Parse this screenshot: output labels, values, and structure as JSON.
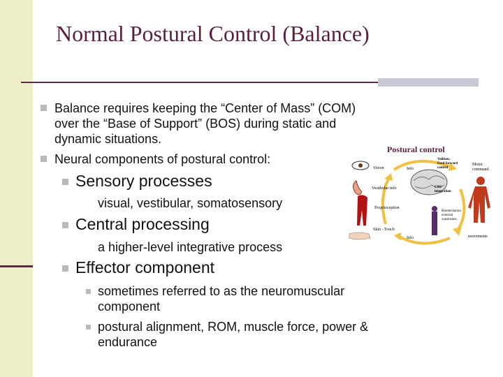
{
  "slide": {
    "title": "Normal Postural Control (Balance)",
    "bullets": [
      {
        "lines": [
          "Balance requires keeping the “Center of Mass” (COM)",
          "over the “Base of Support” (BOS) during static and",
          "dynamic situations."
        ]
      },
      {
        "lines": [
          "Neural components of postural control:"
        ]
      }
    ],
    "sub": [
      {
        "label": "Sensory processes",
        "detail": "visual, vestibular, somatosensory"
      },
      {
        "label": "Central processing",
        "detail": "a higher-level integrative process"
      },
      {
        "label": "Effector component"
      }
    ],
    "effector_items": [
      {
        "lines": [
          "sometimes referred to as the neuromuscular",
          "component"
        ]
      },
      {
        "lines": [
          "postural alignment, ROM, muscle force, power &",
          "endurance"
        ]
      }
    ]
  },
  "diagram": {
    "title": "Postural control",
    "labels": {
      "vision": "Vision",
      "vestibular": "Vestibular info",
      "proprio": "Proprioception",
      "skin": "Skin - Touch",
      "info_top": "Info",
      "info_bottom": "Info",
      "volition1": "Volition,",
      "volition2": "Feed forward",
      "volition3": "control",
      "cns1": "CNS",
      "cns2": "integration",
      "motor1": "Motor",
      "motor2": "command",
      "bio1": "Biomechanics",
      "bio2": "external",
      "bio3": "constraints",
      "movements": "movements"
    },
    "colors": {
      "title": "#5b1e3f",
      "arrow": "#f0c040",
      "figure": "#7a1010"
    }
  }
}
